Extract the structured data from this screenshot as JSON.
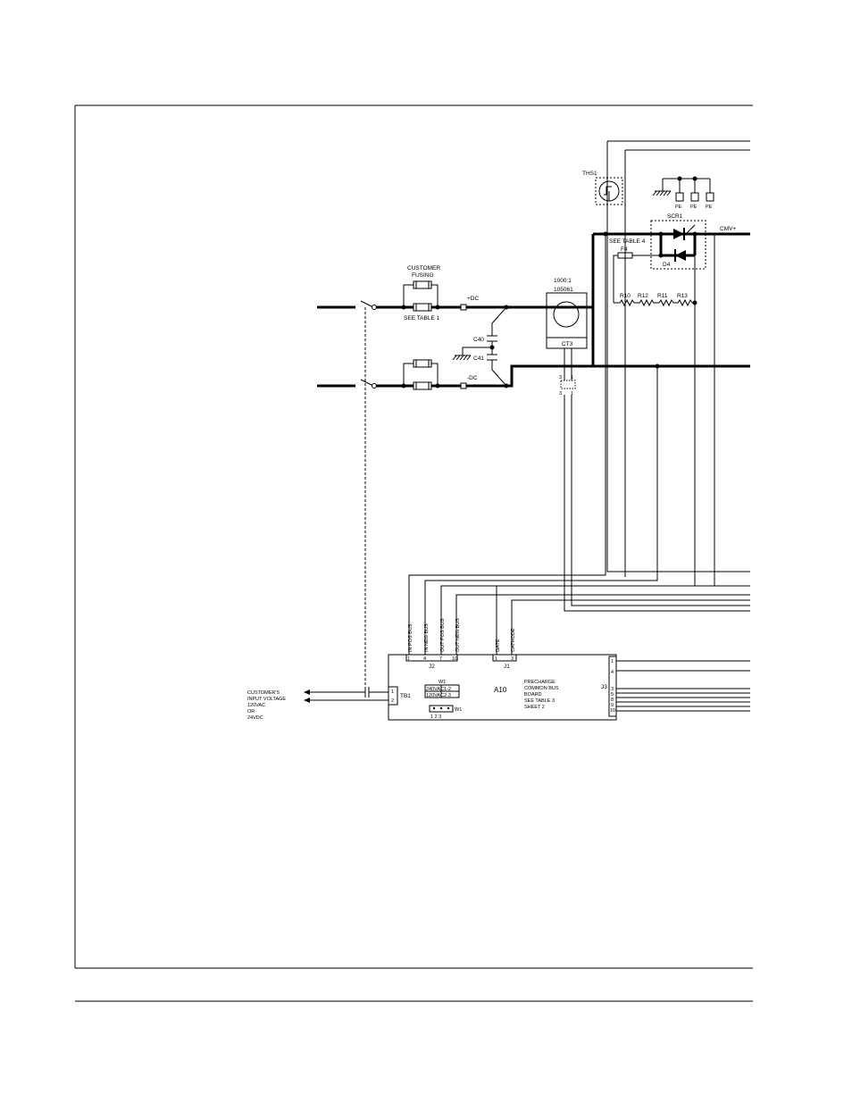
{
  "labels": {
    "ths1": "THS1",
    "pe1": "PE",
    "pe2": "PE",
    "pe3": "PE",
    "scr1": "SCR1",
    "see_table_4": "SEE TABLE 4",
    "cmv_plus": "CMV+",
    "f4": "F4",
    "d4": "D4",
    "r10": "R10",
    "r12": "R12",
    "r11": "R11",
    "r13": "R13",
    "ct_ratio": "1000:1",
    "ct_part": "105061",
    "ct3": "CT3",
    "customer_fusing_1": "CUSTOMER",
    "customer_fusing_2": "FUSING",
    "see_table_1": "SEE TABLE 1",
    "pos_dc": "+DC",
    "neg_dc": "-DC",
    "c40": "C40",
    "c41": "C41",
    "ct_pin3": "3",
    "ct_pin1": "1",
    "ct_pin3b": "3",
    "ct_pin1b": "1",
    "sig_in_pos": "IN POS BUS",
    "sig_in_neg": "IN NEG BUS",
    "sig_out_pos": "OUT POS BUS",
    "sig_out_neg": "OUT NEG BUS",
    "sig_gate": "GATE",
    "sig_cathode": "CATHODE",
    "j2": "J2",
    "j1": "J1",
    "j3": "J3",
    "j2_pin1": "1",
    "j2_pin4": "4",
    "j2_pin7": "7",
    "j2_pin10": "10",
    "j1_pin1": "1",
    "j1_pin3": "3",
    "a10": "A10",
    "board_1": "PRECHARGE",
    "board_2": "COMMON BUS",
    "board_3": "BOARD",
    "board_4": "SEE TABLE 3",
    "board_5": "SHEET 2",
    "tb1": "TB1",
    "tb1_pin1": "1",
    "tb1_pin2": "2",
    "w1": "W1",
    "w1_120": "240VAC",
    "w1_120_pins": "1-2",
    "w1_24": "120VAC",
    "w1_24_pins": "2-3",
    "w1_hdr": "1 2 3",
    "w1_hdr_label": "W1",
    "j3_pin1": "1",
    "j3_pin4": "4",
    "j3_pin3": "3",
    "j3_pin5": "5",
    "j3_pin8": "8",
    "j3_pin9": "9",
    "j3_pin10": "10",
    "cust_1": "CUSTOMER'S",
    "cust_2": "INPUT VOLTAGE",
    "cust_3": "120VAC",
    "cust_4": "OR",
    "cust_5": "24VDC"
  }
}
